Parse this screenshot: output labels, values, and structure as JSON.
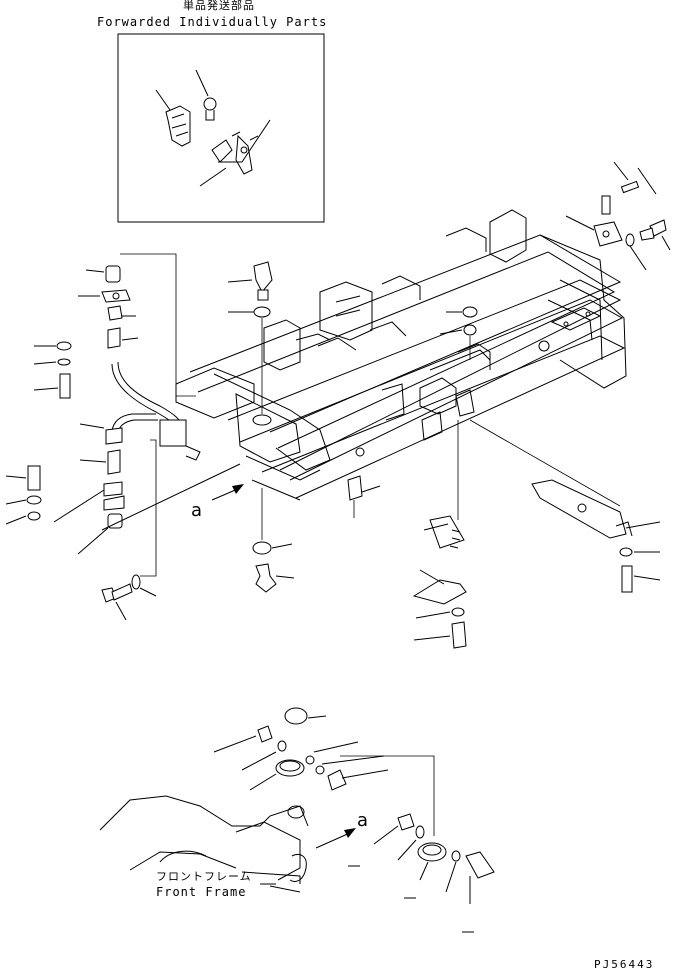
{
  "header": {
    "title_jp": "単品発送部品",
    "title_en": "Forwarded Individually Parts"
  },
  "detail": {
    "view_letter": "a",
    "frame_label_jp": "フロントフレーム",
    "frame_label_en": "Front Frame"
  },
  "main": {
    "view_letter": "a"
  },
  "footer": {
    "drawing_code": "PJ56443"
  },
  "colors": {
    "ink": "#000000",
    "paper": "#ffffff"
  }
}
